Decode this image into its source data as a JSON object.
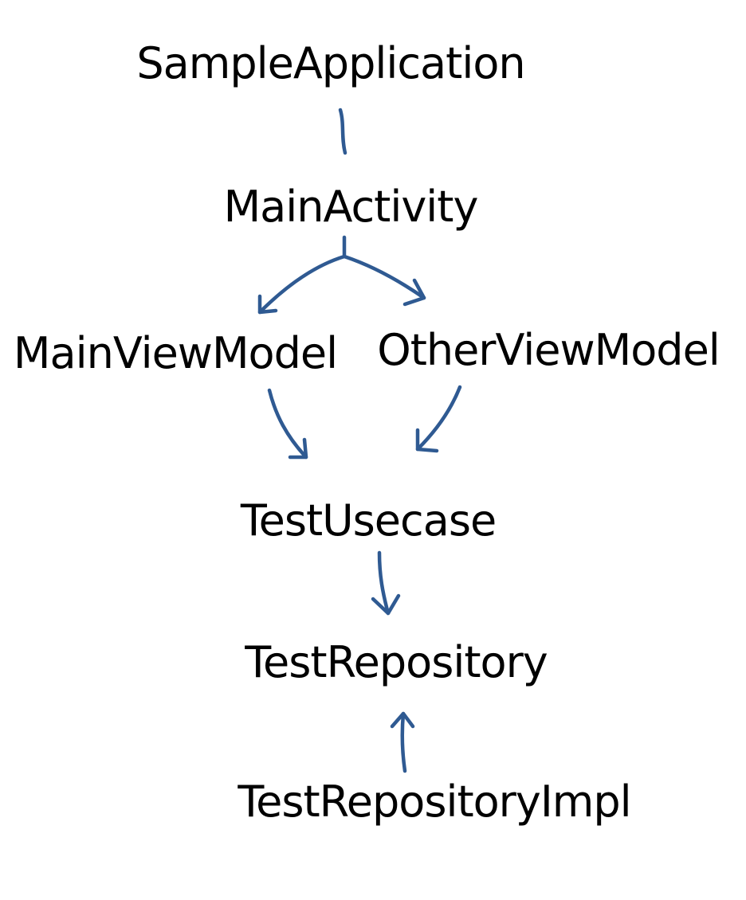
{
  "diagram": {
    "type": "dependency-graph",
    "line_color": "#2f5a92",
    "text_color": "#000000",
    "nodes": [
      {
        "id": "sample_application",
        "label": "SampleApplication"
      },
      {
        "id": "main_activity",
        "label": "MainActivity"
      },
      {
        "id": "main_view_model",
        "label": "MainViewModel"
      },
      {
        "id": "other_view_model",
        "label": "OtherViewModel"
      },
      {
        "id": "test_usecase",
        "label": "TestUsecase"
      },
      {
        "id": "test_repository",
        "label": "TestRepository"
      },
      {
        "id": "test_repository_impl",
        "label": "TestRepositoryImpl"
      }
    ],
    "edges": [
      {
        "from": "sample_application",
        "to": "main_activity",
        "arrow": false
      },
      {
        "from": "main_activity",
        "to": "main_view_model",
        "arrow": true
      },
      {
        "from": "main_activity",
        "to": "other_view_model",
        "arrow": true
      },
      {
        "from": "main_view_model",
        "to": "test_usecase",
        "arrow": true
      },
      {
        "from": "other_view_model",
        "to": "test_usecase",
        "arrow": true
      },
      {
        "from": "test_usecase",
        "to": "test_repository",
        "arrow": true
      },
      {
        "from": "test_repository_impl",
        "to": "test_repository",
        "arrow": true
      }
    ]
  }
}
